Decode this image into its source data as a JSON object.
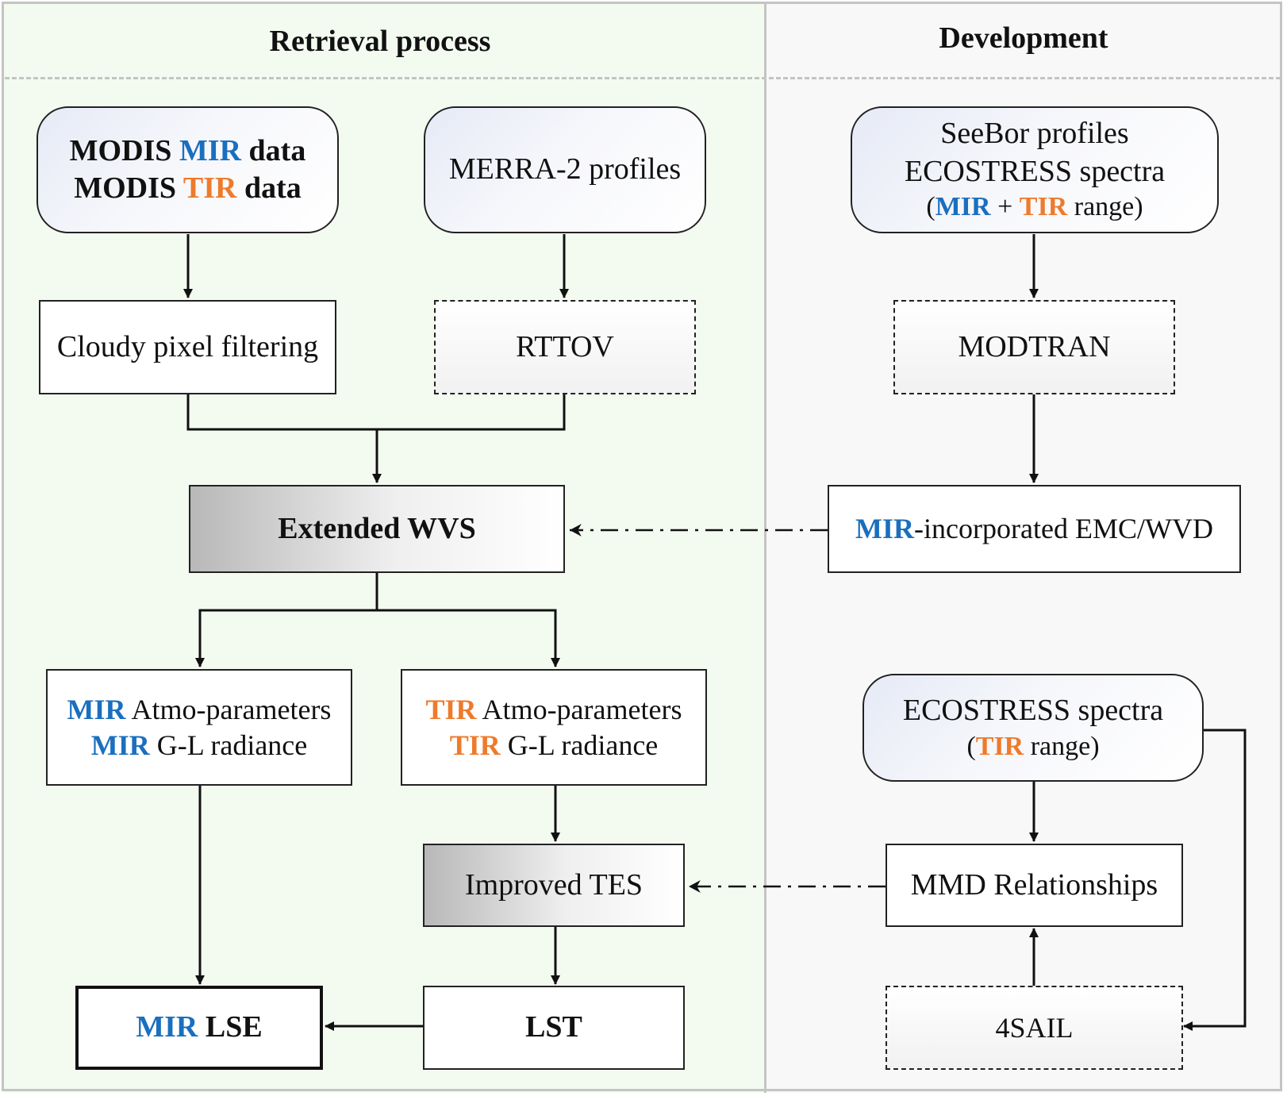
{
  "headings": {
    "left": "Retrieval process",
    "right": "Development"
  },
  "nodes": {
    "modis": {
      "line1_pre": "MODIS ",
      "line1_hl": "MIR",
      "line1_post": " data",
      "line2_pre": "MODIS ",
      "line2_hl": "TIR",
      "line2_post": " data"
    },
    "merra": {
      "label": "MERRA-2 profiles"
    },
    "seebor": {
      "line1": "SeeBor profiles",
      "line2": "ECOSTRESS spectra",
      "line3_a": "(",
      "line3_hl1": "MIR",
      "line3_b": " + ",
      "line3_hl2": "TIR",
      "line3_c": " range)"
    },
    "cloudy": {
      "label": "Cloudy pixel filtering"
    },
    "rttov": {
      "label": "RTTOV"
    },
    "modtran": {
      "label": "MODTRAN"
    },
    "wvs": {
      "label": "Extended WVS"
    },
    "emc": {
      "hl": "MIR",
      "rest": "-incorporated EMC/WVD"
    },
    "mir_atmo": {
      "line1_hl": "MIR",
      "line1_rest": " Atmo-parameters",
      "line2_hl": "MIR",
      "line2_rest": " G-L radiance"
    },
    "tir_atmo": {
      "line1_hl": "TIR",
      "line1_rest": " Atmo-parameters",
      "line2_hl": "TIR",
      "line2_rest": " G-L radiance"
    },
    "ecostress_tir": {
      "line1": "ECOSTRESS spectra",
      "line2_a": "(",
      "line2_hl": "TIR",
      "line2_b": " range)"
    },
    "tes": {
      "label": "Improved TES"
    },
    "mmd": {
      "label": "MMD Relationships"
    },
    "mir_lse": {
      "hl": "MIR",
      "rest": " LSE"
    },
    "lst": {
      "label": "LST"
    },
    "sail": {
      "label": "4SAIL"
    }
  },
  "colors": {
    "mir": "#1a6fbe",
    "tir": "#ee7a2c",
    "left_panel": "#f3fbf1",
    "right_panel": "#f7f8f7",
    "border": "#c4c4c4"
  }
}
